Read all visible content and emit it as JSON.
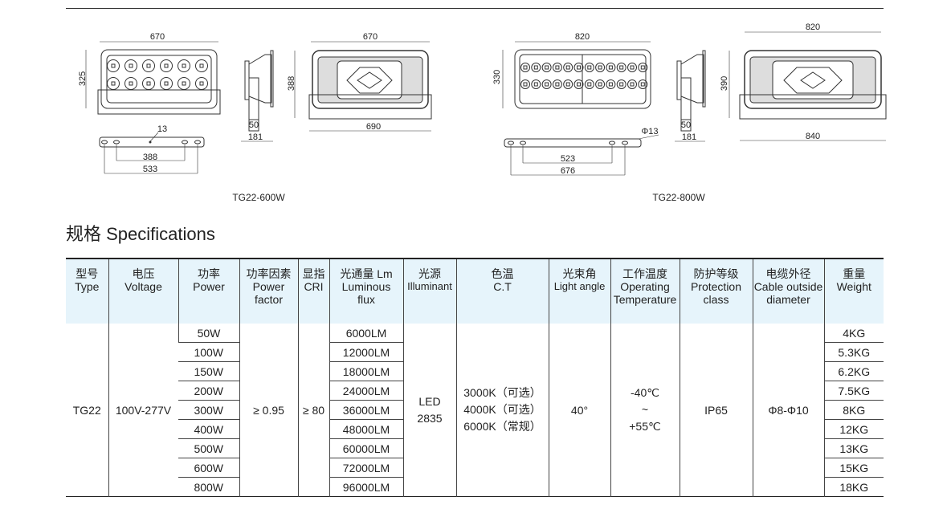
{
  "drawings": [
    {
      "caption": "TG22-600W",
      "front_width": "670",
      "front_height": "325",
      "bracket_hole": "13",
      "bracket_inner": "388",
      "bracket_outer": "533",
      "side_bracket": "50",
      "side_depth": "181",
      "back_width": "670",
      "back_height": "388",
      "back_total": "690"
    },
    {
      "caption": "TG22-800W",
      "front_width": "820",
      "front_height": "330",
      "bracket_hole": "Φ13",
      "bracket_inner": "523",
      "bracket_outer": "676",
      "side_bracket": "50",
      "side_depth": "181",
      "back_width": "820",
      "back_height": "390",
      "back_total": "840"
    }
  ],
  "heading": "规格 Specifications",
  "table": {
    "headers": [
      [
        "型号",
        "Type"
      ],
      [
        "电压",
        "Voltage"
      ],
      [
        "功率",
        "Power"
      ],
      [
        "功率因素",
        "Power",
        "factor"
      ],
      [
        "显指",
        "CRI"
      ],
      [
        "光通量 Lm",
        "Luminous",
        "flux"
      ],
      [
        "光源",
        "Illuminant"
      ],
      [
        "色温",
        "C.T"
      ],
      [
        "光束角",
        "Light angle"
      ],
      [
        "工作温度",
        "Operating",
        "Temperature"
      ],
      [
        "防护等级",
        "Protection",
        "class"
      ],
      [
        "电缆外径",
        "Cable outside",
        "diameter"
      ],
      [
        "重量",
        "Weight"
      ]
    ],
    "type": "TG22",
    "voltage": "100V-277V",
    "power_factor": "≥ 0.95",
    "cri": "≥ 80",
    "illuminant": [
      "LED",
      "2835"
    ],
    "ct": [
      "3000K（可选）",
      "4000K（可选）",
      "6000K（常规）"
    ],
    "angle": "40°",
    "temp": [
      "-40℃",
      "~",
      "+55℃"
    ],
    "ip": "IP65",
    "cable": "Φ8-Φ10",
    "rows": [
      {
        "power": "50W",
        "flux": "6000LM",
        "weight": "4KG"
      },
      {
        "power": "100W",
        "flux": "12000LM",
        "weight": "5.3KG"
      },
      {
        "power": "150W",
        "flux": "18000LM",
        "weight": "6.2KG"
      },
      {
        "power": "200W",
        "flux": "24000LM",
        "weight": "7.5KG"
      },
      {
        "power": "300W",
        "flux": "36000LM",
        "weight": "8KG"
      },
      {
        "power": "400W",
        "flux": "48000LM",
        "weight": "12KG"
      },
      {
        "power": "500W",
        "flux": "60000LM",
        "weight": "13KG"
      },
      {
        "power": "600W",
        "flux": "72000LM",
        "weight": "15KG"
      },
      {
        "power": "800W",
        "flux": "96000LM",
        "weight": "18KG"
      }
    ]
  }
}
